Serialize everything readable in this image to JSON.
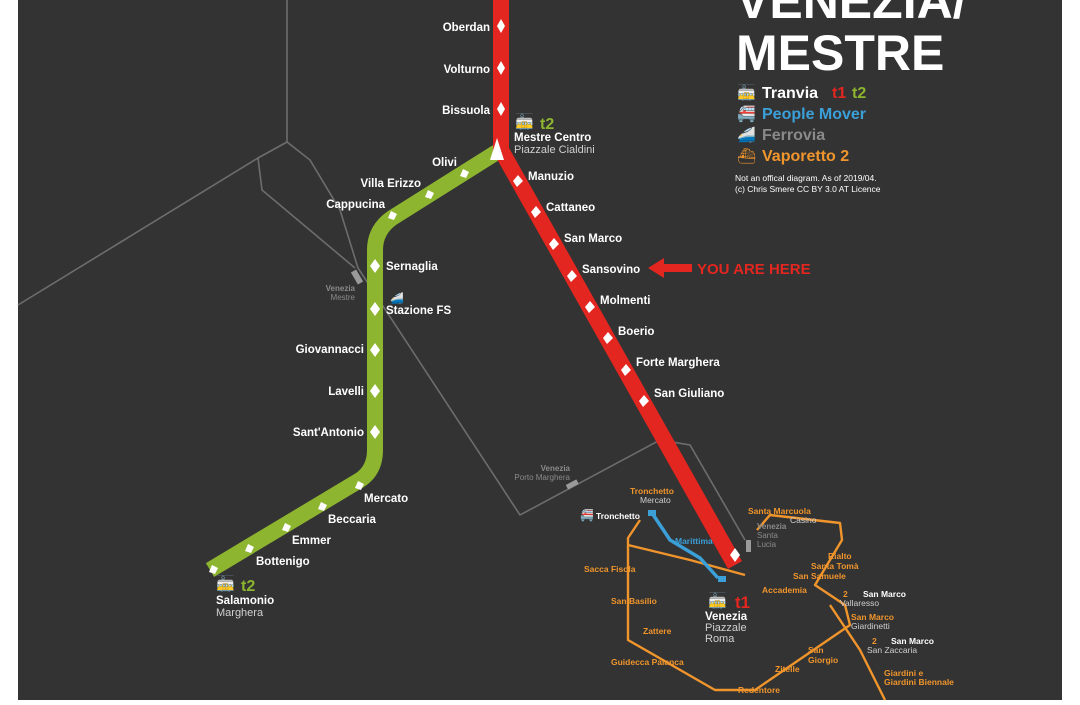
{
  "title": {
    "line1": "VENEZIA/",
    "line2": "MESTRE"
  },
  "legend": {
    "tram": "Tranvia",
    "t1": "t1",
    "t2": "t2",
    "people_mover": "People Mover",
    "rail": "Ferrovia",
    "ferry": "Vaporetto 2",
    "note1": "Not an offical diagram. As of 2019/04.",
    "note2": "(c) Chris Smere CC BY 3.0 AT Licence"
  },
  "you_are_here": "YOU ARE HERE",
  "red_stops": [
    "Oberdan",
    "Volturno",
    "Bissuola",
    "Manuzio",
    "Cattaneo",
    "San Marco",
    "Sansovino",
    "Molmenti",
    "Boerio",
    "Forte Marghera",
    "San Giuliano"
  ],
  "green_stops": [
    "Olivi",
    "Villa Erizzo",
    "Cappucina",
    "Sernaglia",
    "Stazione FS",
    "Giovannacci",
    "Lavelli",
    "Sant'Antonio",
    "Mercato",
    "Beccaria",
    "Emmer",
    "Bottenigo"
  ],
  "interchanges": {
    "mestre_centro": {
      "tag": "t2",
      "name": "Mestre Centro",
      "sub": "Piazzale Cialdini"
    },
    "salamonio": {
      "tag": "t2",
      "name": "Salamonio",
      "sub": "Marghera"
    },
    "venezia": {
      "tag": "t1",
      "name": "Venezia",
      "sub1": "Piazzale",
      "sub2": "Roma"
    }
  },
  "rail_stations": {
    "mestre": {
      "name": "Venezia",
      "sub": "Mestre"
    },
    "porto": {
      "name": "Venezia",
      "sub": "Porto Marghera"
    },
    "santa_lucia": {
      "name": "Venezia",
      "sub1": "Santa",
      "sub2": "Lucia"
    }
  },
  "people_mover_stops": {
    "tronchetto": "Tronchetto",
    "marittima": "Marittima"
  },
  "vaporetto_stops": {
    "tronchetto_mercato": {
      "name": "Tronchetto",
      "sub": "Mercato"
    },
    "santa_marcuola": {
      "name": "Santa Marcuola",
      "sub": "Casino"
    },
    "rialto": "Rialto",
    "santa_toma": "Santa Tomà",
    "san_samuele": "San Samuele",
    "accademia": "Accademia",
    "sacca_fisola": "Sacca Fisola",
    "san_basilio": "San Basilio",
    "zattere": "Zattere",
    "guidecca_palanca": "Guidecca Palanca",
    "redentore": "Redentore",
    "zitelle": "Zitelle",
    "san_giorgio": {
      "name1": "San",
      "name2": "Giorgio"
    },
    "san_marco_vallaresso": {
      "tag": "2",
      "name": "San Marco",
      "sub": "Vallaresso"
    },
    "san_marco_giardinetti": {
      "name": "San Marco",
      "sub": "Giardinetti"
    },
    "san_marco_san_zaccaria": {
      "tag": "2",
      "name": "San Marco",
      "sub": "San Zaccaria"
    },
    "giardini": {
      "name1": "Giardini e",
      "name2": "Giardini Biennale"
    }
  },
  "colors": {
    "background": "#333333",
    "red_line": "#e3261f",
    "green_line": "#8db52f",
    "people_mover": "#3b9fd8",
    "rail": "#8a8a8a",
    "vaporetto": "#f0952c"
  }
}
